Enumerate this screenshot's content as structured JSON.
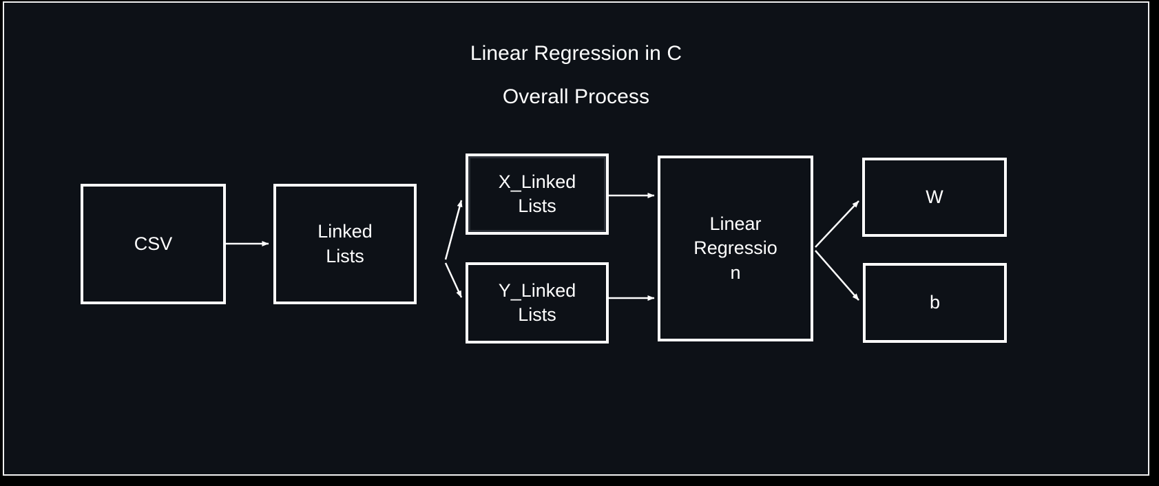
{
  "canvas": {
    "background_color": "#0d1117",
    "border_color": "#ffffff",
    "outer_background_color": "#000000"
  },
  "header": {
    "title": "Linear Regression in C",
    "subtitle": "Overall Process"
  },
  "diagram": {
    "type": "flowchart",
    "direction": "left-to-right",
    "stroke_color": "#ffffff",
    "text_color": "#ffffff",
    "nodes": [
      {
        "id": "csv",
        "label": "CSV",
        "shape": "rectangle",
        "selected": false
      },
      {
        "id": "linked_lists",
        "label": "Linked\nLists",
        "shape": "rectangle",
        "selected": false
      },
      {
        "id": "x_linked",
        "label": "X_Linked\nLists",
        "shape": "rectangle",
        "selected": true
      },
      {
        "id": "y_linked",
        "label": "Y_Linked\nLists",
        "shape": "rectangle",
        "selected": false
      },
      {
        "id": "linreg",
        "label": "Linear\nRegressio\nn",
        "shape": "rectangle",
        "selected": false
      },
      {
        "id": "w",
        "label": "W",
        "shape": "rectangle",
        "selected": false
      },
      {
        "id": "b",
        "label": "b",
        "shape": "rectangle",
        "selected": false
      }
    ],
    "edges": [
      {
        "from": "csv",
        "to": "linked_lists",
        "style": "solid-arrow"
      },
      {
        "from": "linked_lists",
        "to": "x_linked",
        "style": "solid-arrow"
      },
      {
        "from": "linked_lists",
        "to": "y_linked",
        "style": "solid-arrow"
      },
      {
        "from": "x_linked",
        "to": "linreg",
        "style": "solid-arrow"
      },
      {
        "from": "y_linked",
        "to": "linreg",
        "style": "solid-arrow"
      },
      {
        "from": "linreg",
        "to": "w",
        "style": "solid-arrow"
      },
      {
        "from": "linreg",
        "to": "b",
        "style": "solid-arrow"
      }
    ]
  },
  "labels": {
    "csv": "CSV",
    "linked_lists_line1": "Linked",
    "linked_lists_line2": "Lists",
    "x_linked_line1": "X_Linked",
    "x_linked_line2": "Lists",
    "y_linked_line1": "Y_Linked",
    "y_linked_line2": "Lists",
    "linreg_line1": "Linear",
    "linreg_line2": "Regressio",
    "linreg_line3": "n",
    "w": "W",
    "b": "b"
  }
}
